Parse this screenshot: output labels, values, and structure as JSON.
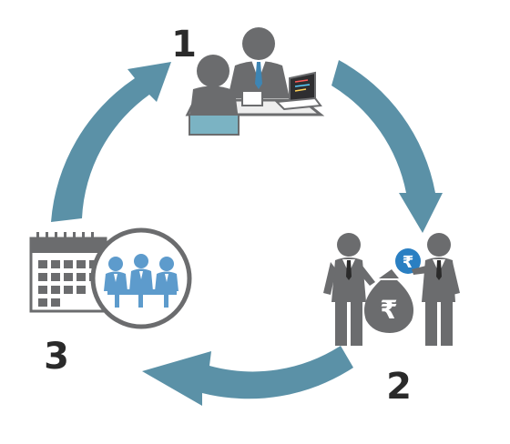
{
  "diagram": {
    "steps": [
      {
        "number": "1",
        "icon": "meeting-with-laptop-icon"
      },
      {
        "number": "2",
        "icon": "rupee-payment-icon"
      },
      {
        "number": "3",
        "icon": "calendar-team-meeting-icon"
      }
    ],
    "rupee_symbol": "₹",
    "colors": {
      "arrow": "#5b91a7",
      "figure": "#6b6c6e",
      "shirt": "#ffffff",
      "tie": "#3d85b4",
      "team": "#5d9bcc",
      "rupee_badge": "#2a7fc2",
      "desk": "#eeeeee",
      "chair": "#7bb3c3",
      "number": "#2a2a2a"
    }
  }
}
